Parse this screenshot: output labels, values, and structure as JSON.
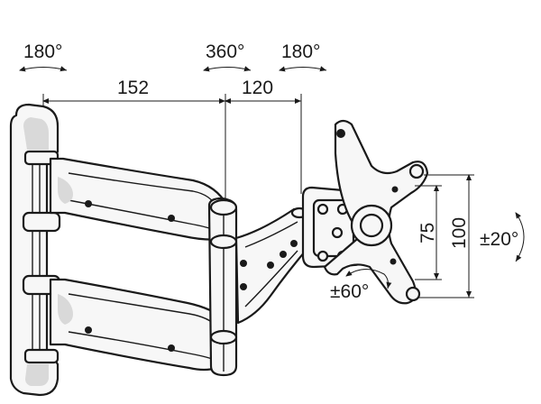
{
  "dimensions": {
    "width_top_left": "180°",
    "width_top_mid": "360°",
    "width_top_right": "180°",
    "arm_length_1": "152",
    "arm_length_2": "120",
    "vesa_small": "75",
    "vesa_large": "100",
    "tilt": "±20°",
    "rotation": "±60°"
  },
  "colors": {
    "ink": "#1a1a1a",
    "fill": "#f7f7f7",
    "shade": "#d9d9d9"
  }
}
